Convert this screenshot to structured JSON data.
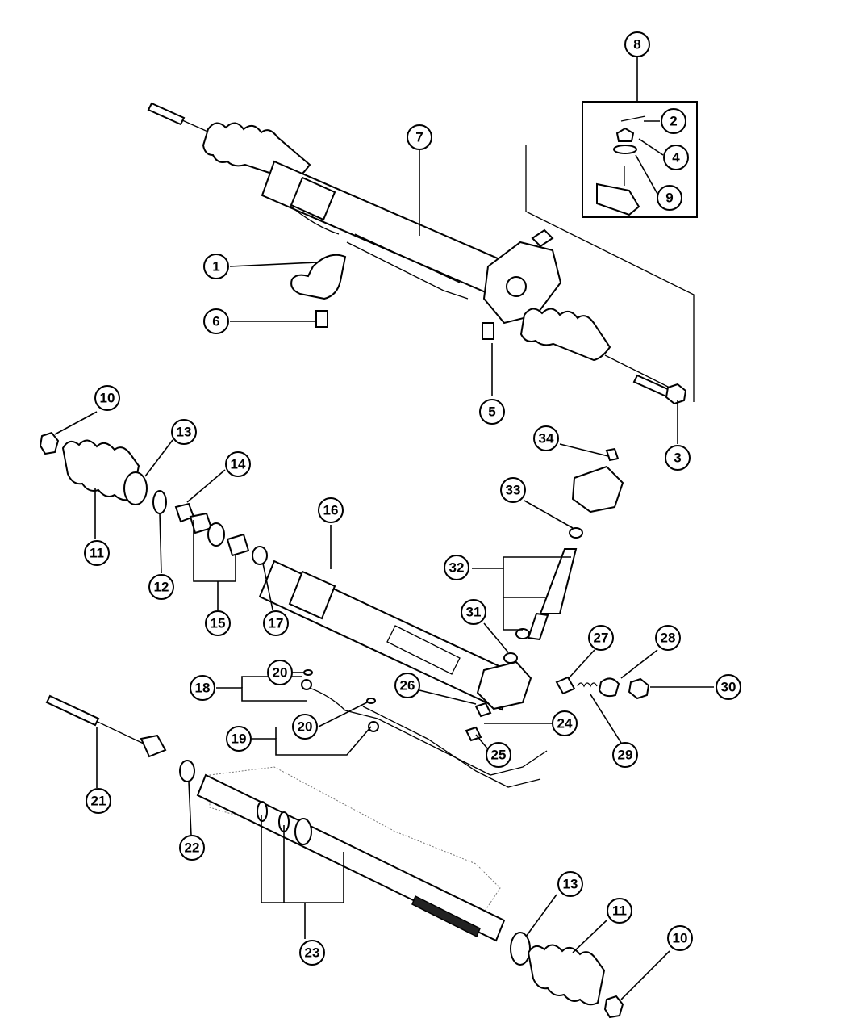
{
  "diagram": {
    "callouts": [
      "1",
      "2",
      "3",
      "4",
      "5",
      "6",
      "7",
      "8",
      "9",
      "10",
      "10",
      "11",
      "11",
      "12",
      "13",
      "13",
      "14",
      "15",
      "16",
      "17",
      "18",
      "19",
      "20",
      "20",
      "21",
      "22",
      "23",
      "24",
      "25",
      "26",
      "27",
      "28",
      "29",
      "30",
      "31",
      "32",
      "33",
      "34"
    ]
  }
}
